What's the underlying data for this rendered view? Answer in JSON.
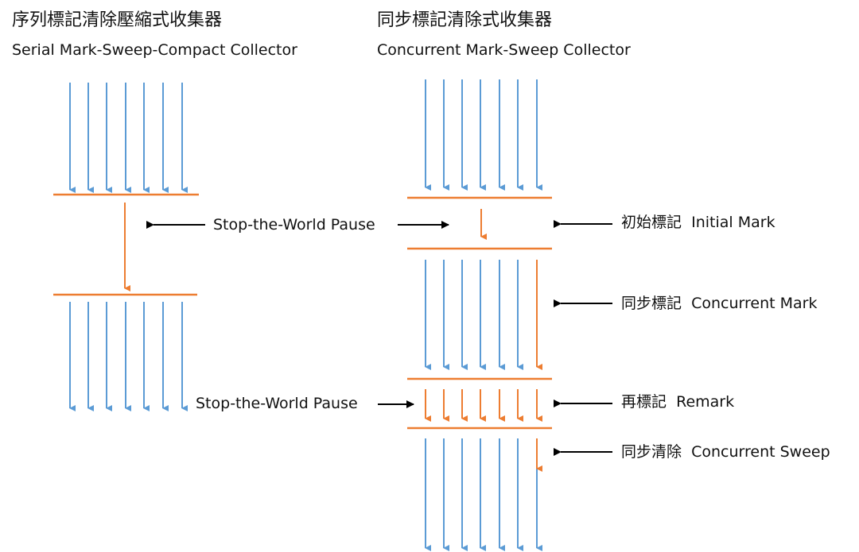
{
  "colors": {
    "thread": "#5b9bd5",
    "gc": "#ed7d31",
    "pointer": "#000000"
  },
  "serial": {
    "title_zh": "序列標記清除壓縮式收集器",
    "title_en": "Serial Mark-Sweep-Compact Collector",
    "pause_label_1": "Stop-the-World Pause",
    "pause_label_2": "Stop-the-World Pause"
  },
  "concurrent": {
    "title_zh": "同步標記清除式收集器",
    "title_en": "Concurrent Mark-Sweep Collector",
    "phases": [
      {
        "zh": "初始標記",
        "en": "Initial Mark"
      },
      {
        "zh": "同步標記",
        "en": "Concurrent Mark"
      },
      {
        "zh": "再標記",
        "en": "Remark"
      },
      {
        "zh": "同步清除",
        "en": "Concurrent Sweep"
      }
    ]
  }
}
